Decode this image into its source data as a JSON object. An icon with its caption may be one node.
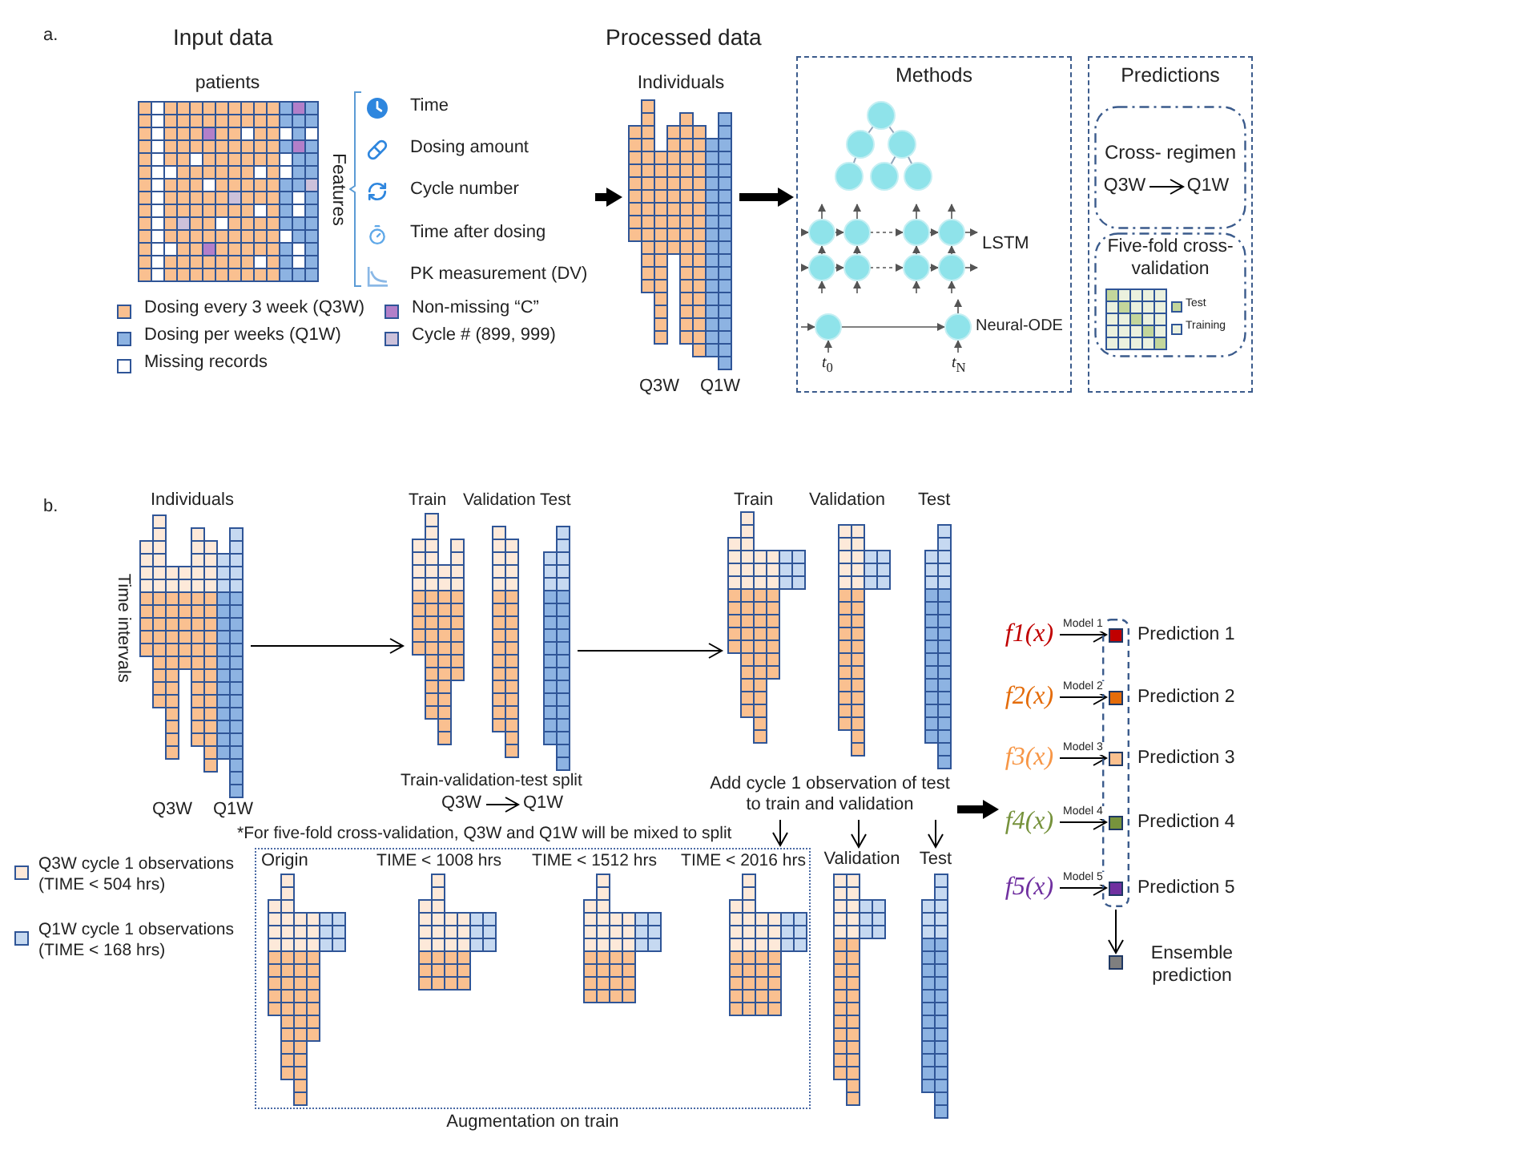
{
  "diagram": {
    "nodes": [
      {
        "text": [
          "patients"
        ]
      },
      {
        "text": [
          "Features",
          "Time",
          "Dosing amount",
          "Cycle number",
          "Time after dosing",
          "PK measurement (DV)"
        ]
      },
      {
        "text": [
          "Individuals"
        ],
        "beside": [
          "Q3W",
          "Q1W"
        ]
      },
      {
        "text": [
          "Methods",
          "LSTM",
          "Neural-ODE"
        ]
      },
      {
        "text": [
          "Predictions"
        ]
      },
      {
        "text": [
          "Cross- regimen"
        ],
        "in": 4
      },
      {
        "text": [
          "Q3W"
        ],
        "in": 5
      },
      {
        "text": [
          "Q1W"
        ],
        "in": 5
      },
      {
        "text": [
          "Five-fold cross-validation"
        ],
        "in": 4
      },
      {
        "text": [
          "Individuals"
        ],
        "beside": [
          "Time intervals",
          "Q3W",
          "Q1W"
        ]
      },
      {
        "text": [
          "Train",
          "Validation",
          "Test"
        ],
        "beside": [
          "Train-validation-test split"
        ]
      },
      {
        "text": [
          "Q3W"
        ]
      },
      {
        "text": [
          "Q1W"
        ]
      },
      {
        "text": [
          "Train",
          "Validation",
          "Test"
        ]
      },
      {
        "text": [
          "Add cycle 1 observation of test to train and validation"
        ]
      },
      {
        "text": [
          "Augmentation on train"
        ]
      },
      {
        "text": [
          "Origin"
        ],
        "in": 15
      },
      {
        "text": [
          "TIME < 1008 hrs"
        ],
        "in": 15
      },
      {
        "text": [
          "TIME < 1512 hrs"
        ],
        "in": 15
      },
      {
        "text": [
          "TIME < 2016 hrs"
        ],
        "in": 15
      },
      {
        "text": [
          "Validation"
        ]
      },
      {
        "text": [
          "Test"
        ]
      },
      {
        "text": [
          "f1(x)"
        ]
      },
      {
        "text": [
          "f2(x)"
        ]
      },
      {
        "text": [
          "f3(x)"
        ]
      },
      {
        "text": [
          "f4(x)"
        ]
      },
      {
        "text": [
          "f5(x)"
        ]
      },
      {
        "text": [],
        "shape": "box"
      },
      {
        "text": [],
        "shape": "box",
        "in": 27,
        "beside": [
          "Prediction 1"
        ]
      },
      {
        "text": [],
        "shape": "box",
        "in": 27,
        "beside": [
          "Prediction 2"
        ]
      },
      {
        "text": [],
        "shape": "box",
        "in": 27,
        "beside": [
          "Prediction 3"
        ]
      },
      {
        "text": [],
        "shape": "box",
        "in": 27,
        "beside": [
          "Prediction 4"
        ]
      },
      {
        "text": [],
        "shape": "box",
        "in": 27,
        "beside": [
          "Prediction 5"
        ]
      },
      {
        "text": [],
        "shape": "box",
        "beside": [
          "Ensemble prediction"
        ]
      }
    ],
    "edges": [
      {
        "from": 1,
        "to": 2,
        "arrow": "to",
        "style": "thick"
      },
      {
        "from": 2,
        "to": 3,
        "arrow": "to",
        "style": "thick"
      },
      {
        "from": 6,
        "to": 7,
        "arrow": "to"
      },
      {
        "from": 9,
        "to": 10,
        "arrow": "to"
      },
      {
        "from": 10,
        "to": 13,
        "arrow": "to"
      },
      {
        "from": 11,
        "to": 12,
        "arrow": "to"
      },
      {
        "from": 14,
        "to": 15,
        "arrow": "to"
      },
      {
        "from": 14,
        "to": 20,
        "arrow": "to"
      },
      {
        "from": 14,
        "to": 21,
        "arrow": "to"
      },
      {
        "from": 14,
        "to": 25,
        "arrow": "to",
        "style": "thick"
      },
      {
        "from": 22,
        "to": 28,
        "arrow": "to",
        "label": "Model 1"
      },
      {
        "from": 23,
        "to": 29,
        "arrow": "to",
        "label": "Model 2"
      },
      {
        "from": 24,
        "to": 30,
        "arrow": "to",
        "label": "Model 3"
      },
      {
        "from": 25,
        "to": 31,
        "arrow": "to",
        "label": "Model 4"
      },
      {
        "from": 26,
        "to": 32,
        "arrow": "to",
        "label": "Model 5"
      },
      {
        "from": 27,
        "to": 33,
        "arrow": "to"
      }
    ],
    "labels": [
      "a.",
      "Input data",
      "Processed data",
      "*t*$_{0}$",
      "*t*$_{N}$",
      "b.",
      "*For five-fold cross-validation, Q3W and Q1W will be mixed to split"
    ],
    "legend": [
      {
        "text": "Dosing every 3 week (Q3W)",
        "color": "#fac090"
      },
      {
        "text": "Non-missing “C”",
        "color": "#b27fc9"
      },
      {
        "text": "Dosing per weeks (Q1W)",
        "color": "#8db3e2"
      },
      {
        "text": "Cycle # (899, 999)",
        "color": "#ccc1da"
      },
      {
        "text": "Missing records",
        "color": "#ffffff"
      },
      {
        "text": "Test",
        "color": "#c3d69b"
      },
      {
        "text": "Training",
        "color": "#ebf1de"
      },
      {
        "text": "Q3W cycle 1 observations (TIME < 504 hrs)",
        "color": "#fde9d9"
      },
      {
        "text": "Q1W cycle 1 observations (TIME < 168 hrs)",
        "color": "#c6d9f1"
      }
    ]
  }
}
